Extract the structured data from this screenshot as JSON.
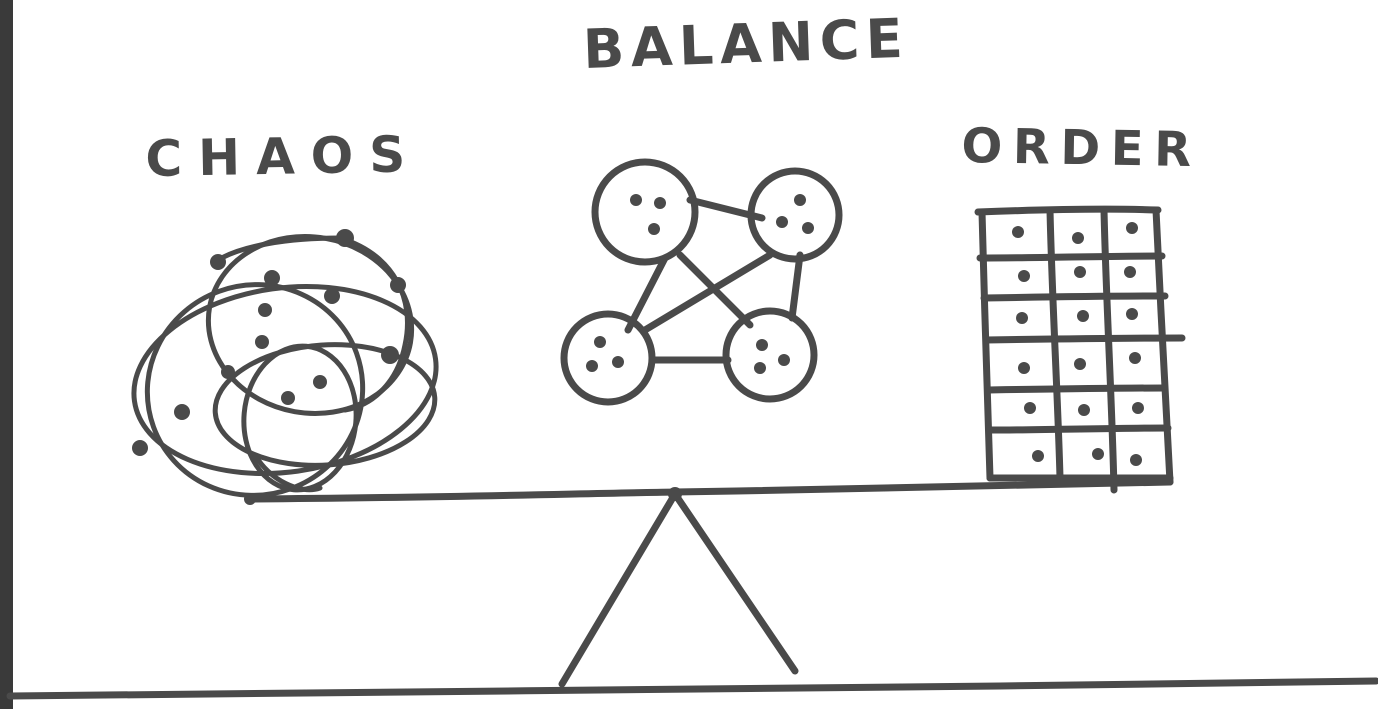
{
  "labels": {
    "balance": "BALANCE",
    "chaos": "CHAOS",
    "order": "ORDER"
  },
  "ink_color": "#4a4a4a",
  "background_color": "#ffffff",
  "edge_color": "#3a3a3a"
}
